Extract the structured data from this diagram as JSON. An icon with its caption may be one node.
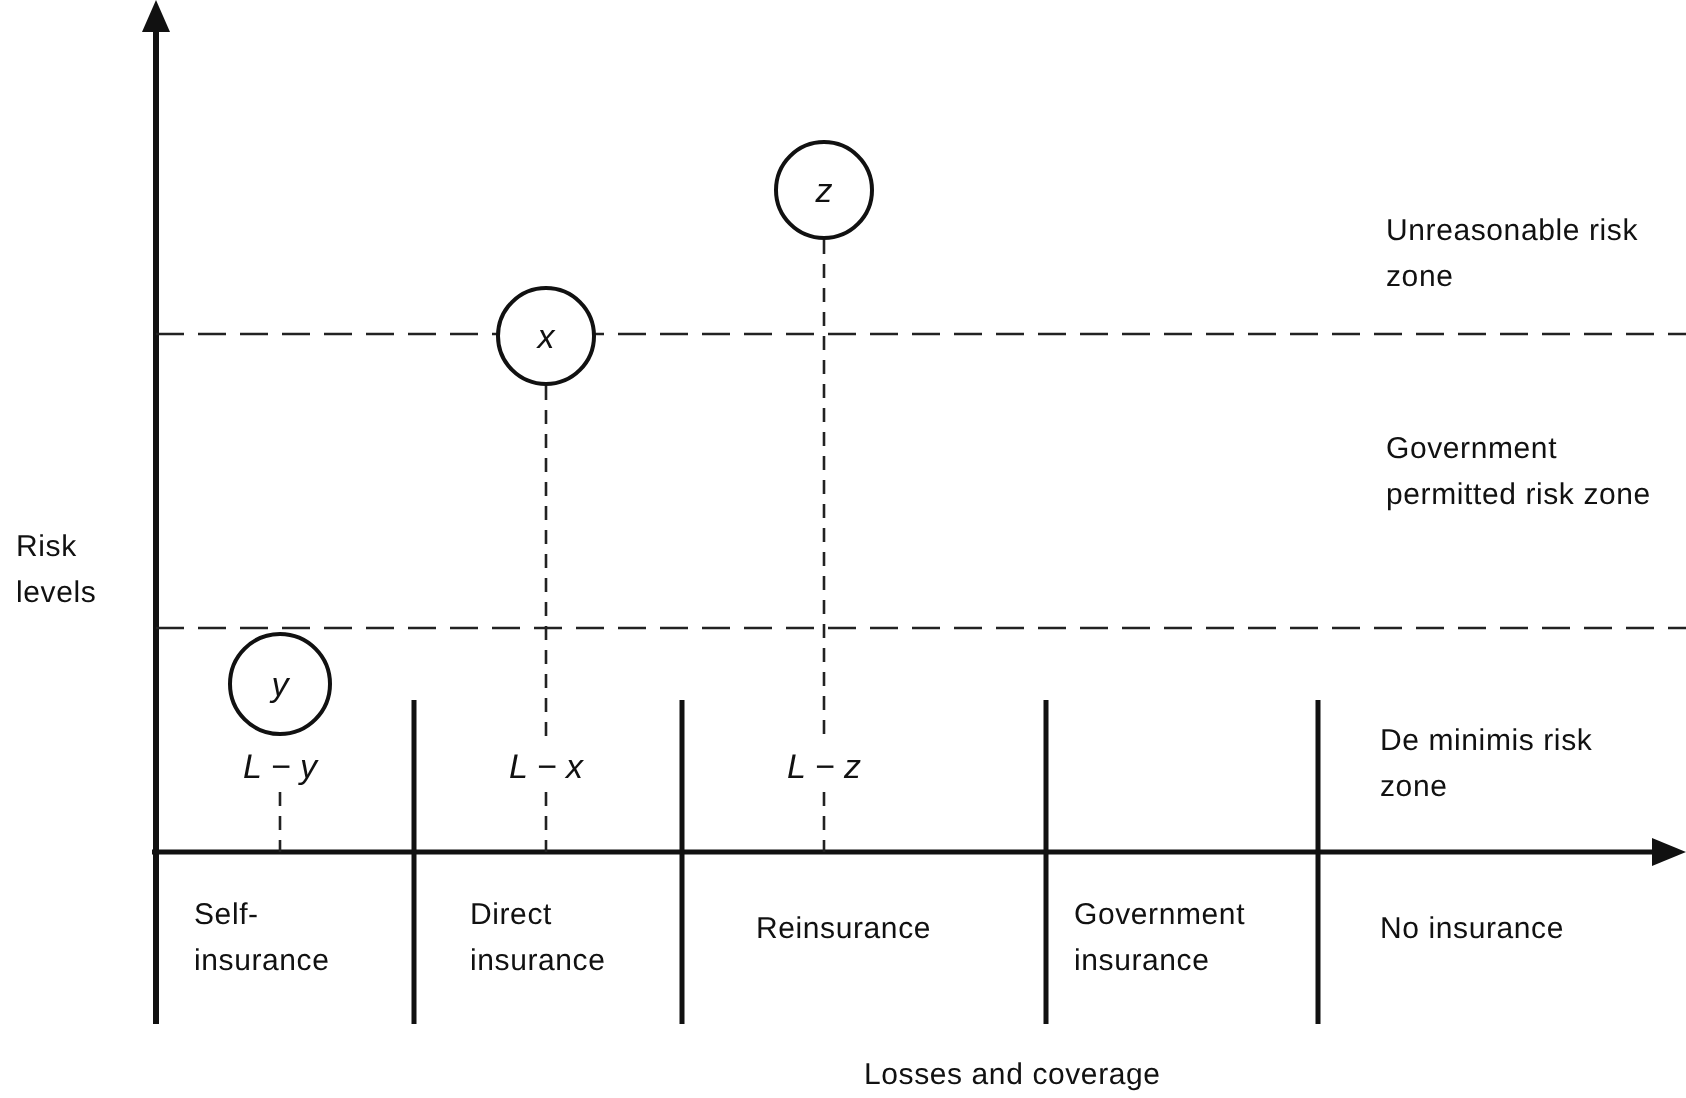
{
  "diagram": {
    "nodes": [
      {
        "text": [
          "z"
        ]
      },
      {
        "text": [
          "x"
        ]
      },
      {
        "text": [
          "y"
        ]
      },
      {
        "text": [
          "L − y"
        ]
      },
      {
        "text": [
          "L − x"
        ]
      },
      {
        "text": [
          "L − z"
        ]
      }
    ],
    "edges": [
      {
        "from": 1,
        "to": 4,
        "arrow": "none",
        "style": "dashed"
      },
      {
        "from": 0,
        "to": 5,
        "arrow": "none",
        "style": "dashed"
      }
    ],
    "labels": [
      "Unreasonable risk zone",
      "Government permitted risk zone",
      "Risk levels",
      "De minimis risk zone",
      "Self- insurance",
      "Direct insurance",
      "Reinsurance",
      "Government insurance",
      "No insurance",
      "Losses and coverage"
    ]
  }
}
